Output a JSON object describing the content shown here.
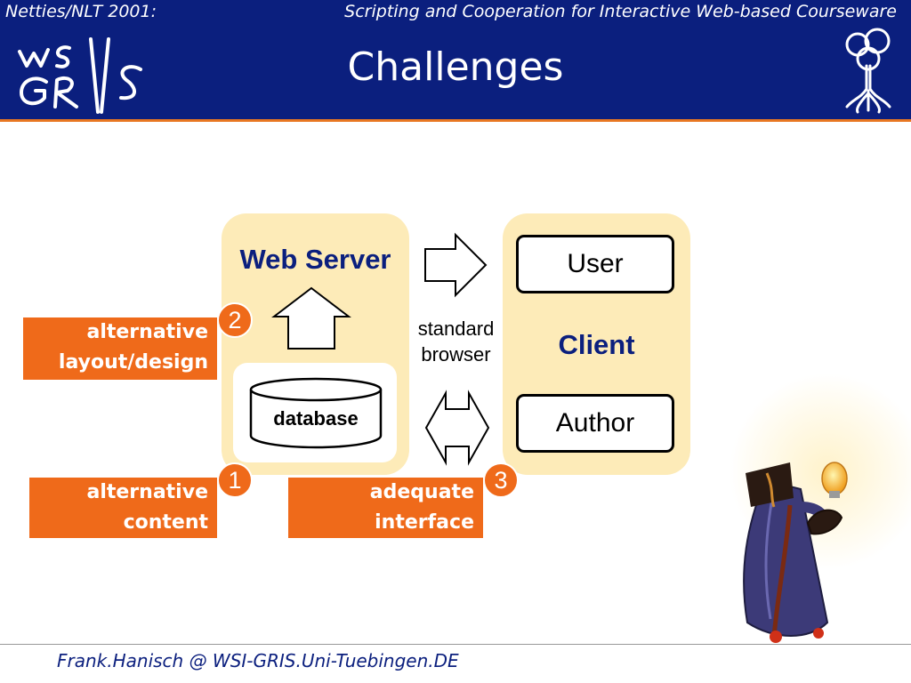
{
  "header": {
    "conference": "Netties/NLT 2001:",
    "subtitle": "Scripting and Cooperation for Interactive Web-based Courseware",
    "title": "Challenges",
    "logo_text": "WSI GRIS"
  },
  "diagram": {
    "server": {
      "label": "Web Server",
      "database_label": "database"
    },
    "client": {
      "label": "Client",
      "roles": [
        "User",
        "Author"
      ]
    },
    "connector_label_line1": "standard",
    "connector_label_line2": "browser",
    "callouts": [
      {
        "number": "2",
        "line1": "alternative",
        "line2": "layout/design"
      },
      {
        "number": "1",
        "line1": "alternative",
        "line2": "content"
      },
      {
        "number": "3",
        "line1": "adequate",
        "line2": "interface"
      }
    ]
  },
  "footer": {
    "text": "Frank.Hanisch @ WSI-GRIS.Uni-Tuebingen.DE"
  },
  "colors": {
    "navy": "#0b1f7e",
    "orange": "#ef6a1a",
    "panel": "#fdebb8",
    "rule": "#e87722"
  }
}
